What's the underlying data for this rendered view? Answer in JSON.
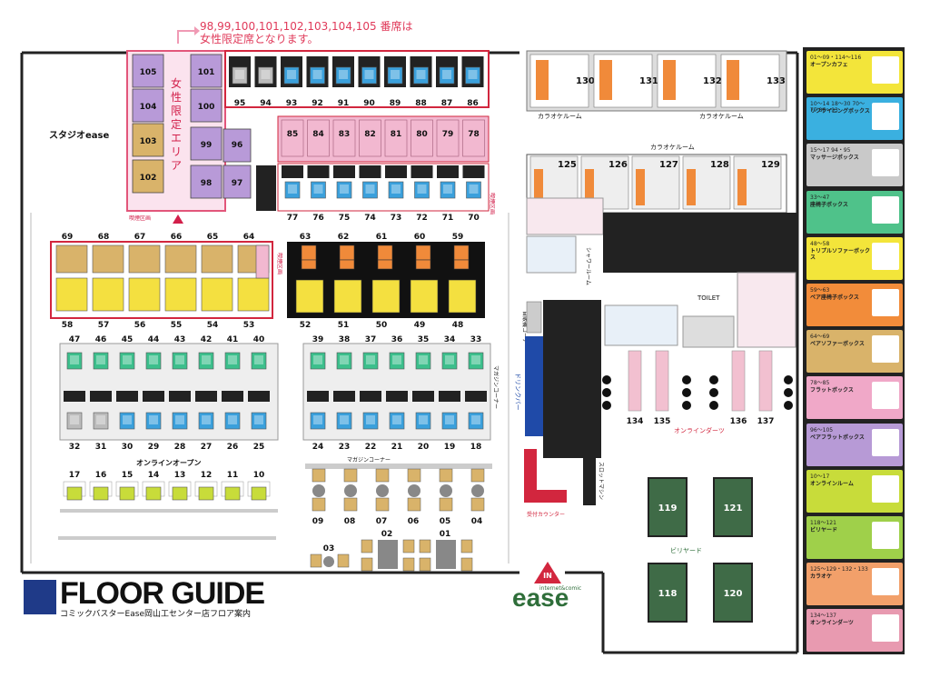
{
  "note": {
    "line1": "98,99,100,101,102,103,104,105 番席は",
    "line2": "女性限定席となります。"
  },
  "women_area_label": "女性限定エリア",
  "areas": {
    "studio": "スタジオease",
    "karaoke_room_a": "カラオケルーム",
    "karaoke_room_b": "カラオケルーム",
    "karaoke_room_c": "カラオケルーム",
    "shower": "シャワールーム",
    "toilet": "TOILET",
    "vending": "自販機コーナー",
    "drink_bar": "ドリンクバー",
    "magazine_a": "マガジンコーナー",
    "magazine_b": "マガジンコーナー",
    "online_open": "オンラインオープン",
    "online_darts": "オンラインダーツ",
    "billiards": "ビリヤード",
    "slot": "スロットマシン",
    "reception": "受付カウンター",
    "entrance": "IN",
    "smoking_a": "喫煙区画",
    "smoking_b": "喫煙区画",
    "smoking_c": "喫煙区画"
  },
  "title": "FLOOR GUIDE",
  "subtitle": "コミックバスターEase岡山工センター店フロア案内",
  "logo": {
    "brand": "ease",
    "tagline": "internet&comic"
  },
  "seats": {
    "women": [
      "105",
      "104",
      "103",
      "102",
      "101",
      "100",
      "99",
      "98",
      "96",
      "97"
    ],
    "row_top": [
      "95",
      "94",
      "93",
      "92",
      "91",
      "90",
      "89",
      "88",
      "87",
      "86"
    ],
    "row_pink": [
      "85",
      "84",
      "83",
      "82",
      "81",
      "80",
      "79",
      "78"
    ],
    "row_mid": [
      "77",
      "76",
      "75",
      "74",
      "73",
      "72",
      "71",
      "70"
    ],
    "block_a_top": [
      "69",
      "68",
      "67",
      "66",
      "65",
      "64"
    ],
    "block_a_bot": [
      "58",
      "57",
      "56",
      "55",
      "54",
      "53"
    ],
    "block_b_top": [
      "63",
      "62",
      "61",
      "60",
      "59"
    ],
    "block_b_bot": [
      "52",
      "51",
      "50",
      "49",
      "48"
    ],
    "block_c_top": [
      "47",
      "46",
      "45",
      "44",
      "43",
      "42",
      "41",
      "40"
    ],
    "block_c_bot": [
      "32",
      "31",
      "30",
      "29",
      "28",
      "27",
      "26",
      "25"
    ],
    "block_d_top": [
      "39",
      "38",
      "37",
      "36",
      "35",
      "34",
      "33"
    ],
    "block_d_bot": [
      "24",
      "23",
      "22",
      "21",
      "20",
      "19",
      "18"
    ],
    "online_open": [
      "17",
      "16",
      "15",
      "14",
      "13",
      "12",
      "11",
      "10"
    ],
    "tables": [
      "09",
      "08",
      "07",
      "06",
      "05",
      "04"
    ],
    "group_tables": [
      "03",
      "02",
      "01"
    ],
    "karaoke_top": [
      "130",
      "131",
      "132",
      "133"
    ],
    "karaoke_mid": [
      "125",
      "126",
      "127",
      "128",
      "129"
    ],
    "darts": [
      "134",
      "135",
      "136",
      "137"
    ],
    "billiards": [
      "119",
      "121",
      "118",
      "120"
    ]
  },
  "legend": [
    {
      "range": "01〜09・114〜116",
      "name": "オープンカフェ",
      "color": "#f3e53a"
    },
    {
      "range": "10〜14 18〜30 70〜77 86〜93",
      "name": "リクライニングボックス",
      "color": "#3ab0e0"
    },
    {
      "range": "15〜17 94・95",
      "name": "マッサージボックス",
      "color": "#c9c9c9"
    },
    {
      "range": "33〜47",
      "name": "座椅子ボックス",
      "color": "#4fc28a"
    },
    {
      "range": "48〜58",
      "name": "トリプルソファーボックス",
      "color": "#f3e53a"
    },
    {
      "range": "59〜63",
      "name": "ペア座椅子ボックス",
      "color": "#f28c3a"
    },
    {
      "range": "64〜69",
      "name": "ペアソファーボックス",
      "color": "#d9b36a"
    },
    {
      "range": "78〜85",
      "name": "フラットボックス",
      "color": "#f0a8c8"
    },
    {
      "range": "96〜105",
      "name": "ペアフラットボックス",
      "color": "#b79ad6"
    },
    {
      "range": "10〜17",
      "name": "オンラインルーム",
      "color": "#c8dc3a"
    },
    {
      "range": "118〜121",
      "name": "ビリヤード",
      "color": "#9fd04a"
    },
    {
      "range": "125〜129・132・133",
      "name": "カラオケ",
      "color": "#f2a06a"
    },
    {
      "range": "134〜137",
      "name": "オンラインダーツ",
      "color": "#e89ab0"
    }
  ],
  "colors": {
    "recliner": "#3aa0dc",
    "pink": "#f2b8d0",
    "purple": "#b89ad8",
    "tan": "#d9b36a",
    "yellow": "#f4e040",
    "orange": "#f08a3a",
    "green": "#3cbf8c",
    "billiard": "#3f6b47"
  }
}
